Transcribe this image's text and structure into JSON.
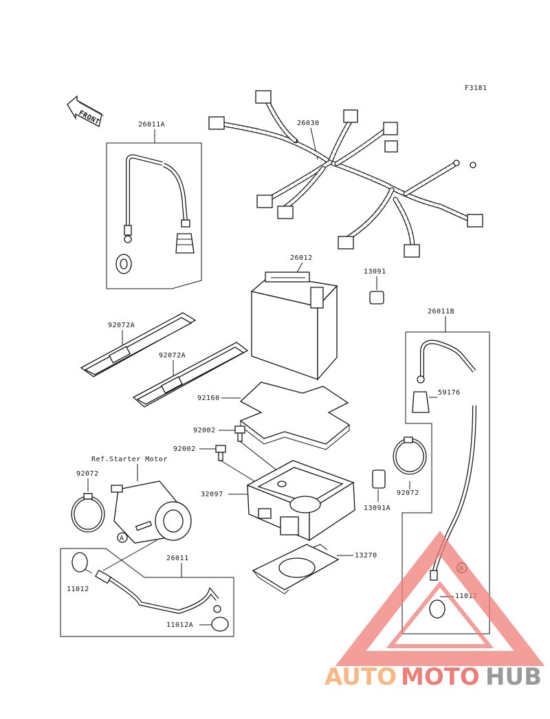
{
  "figure_code": "F3181",
  "front_label": "FRONT",
  "ref_note": "Ref.Starter Motor",
  "parts": {
    "p26011A": "26011A",
    "p26030": "26030",
    "p26012": "26012",
    "p13091": "13091",
    "p26011B": "26011B",
    "p92072A_1": "92072A",
    "p92072A_2": "92072A",
    "p92160": "92160",
    "p92002_1": "92002",
    "p92002_2": "92002",
    "p59176": "59176",
    "p92072_left": "92072",
    "p92072_right": "92072",
    "p32097": "32097",
    "p13091A": "13091A",
    "p26011": "26011",
    "p13270": "13270",
    "p11012_left": "11012",
    "p11012A": "11012A",
    "p11012_right": "11012"
  },
  "callouts": {
    "a1": "A",
    "a2": "A"
  },
  "watermark": {
    "part1": "AUTO",
    "part2": "MOTO",
    "part3": "HUB",
    "color1": "#f5a15a",
    "color2": "#e8524a",
    "color3": "#777777"
  }
}
